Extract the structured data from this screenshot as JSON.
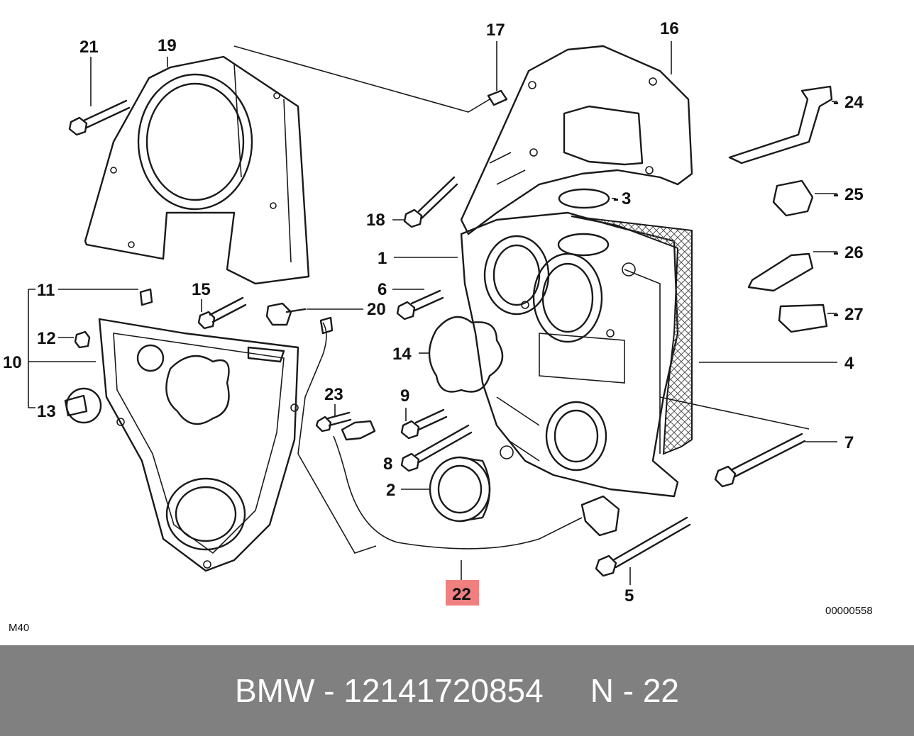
{
  "diagram": {
    "model_label": "M40",
    "drawing_number": "00000558",
    "callouts": {
      "c1": "1",
      "c2": "2",
      "c3": "3",
      "c4": "4",
      "c5": "5",
      "c6": "6",
      "c7": "7",
      "c8": "8",
      "c9": "9",
      "c10": "10",
      "c11": "11",
      "c12": "12",
      "c13": "13",
      "c14": "14",
      "c15": "15",
      "c16": "16",
      "c17": "17",
      "c18": "18",
      "c19": "19",
      "c20": "20",
      "c21": "21",
      "c22": "22",
      "c23": "23",
      "c24": "24",
      "c25": "25",
      "c26": "26",
      "c27": "27"
    },
    "highlighted_callout": "22",
    "highlight_color": "#f08080",
    "dash_suffix_note": "-"
  },
  "footer": {
    "part_number_text": "BMW - 12141720854",
    "position_text": "N - 22",
    "background_color": "#808080"
  }
}
